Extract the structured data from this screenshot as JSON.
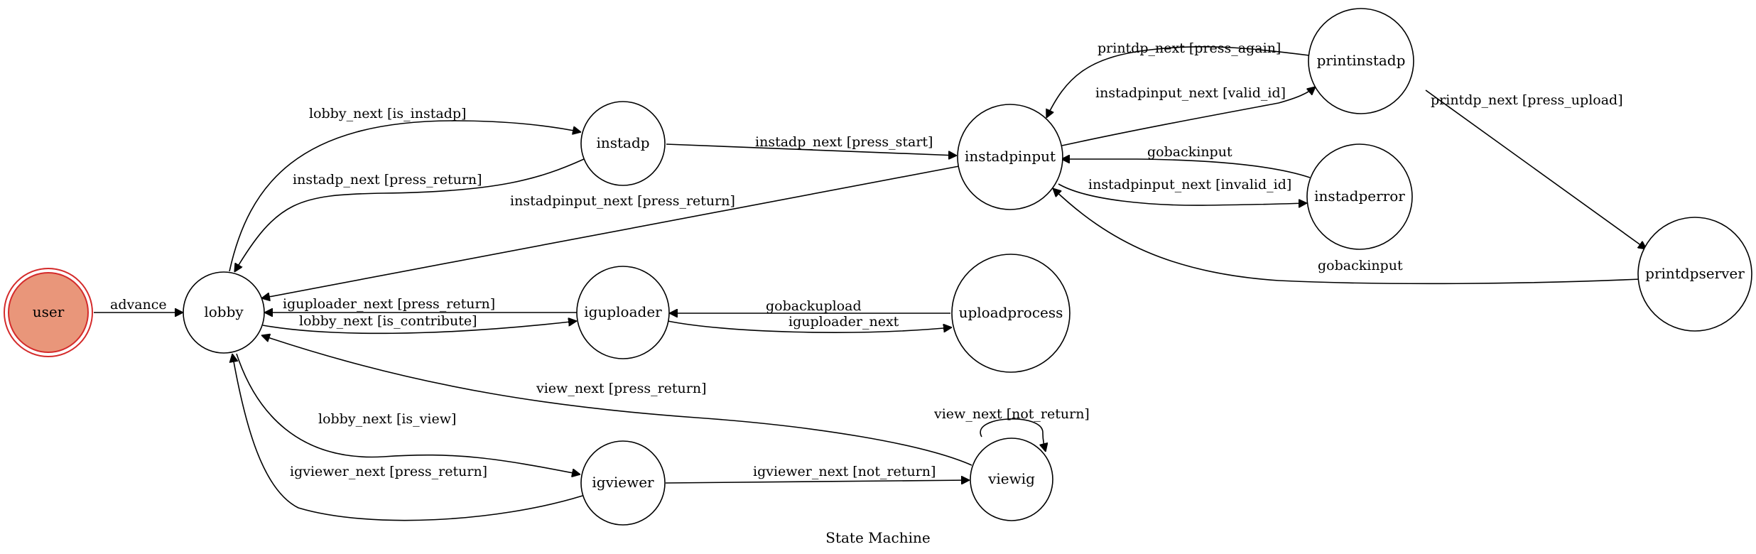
{
  "title": "State Machine",
  "colors": {
    "start_fill": "#e9967a",
    "start_stroke": "#d42b2b"
  },
  "nodes": {
    "user": "user",
    "lobby": "lobby",
    "instadp": "instadp",
    "instadpinput": "instadpinput",
    "printinstadp": "printinstadp",
    "instadperror": "instadperror",
    "printdpserver": "printdpserver",
    "iguploader": "iguploader",
    "uploadprocess": "uploadprocess",
    "igviewer": "igviewer",
    "viewig": "viewig"
  },
  "edges": {
    "user_lobby": "advance",
    "lobby_instadp": "lobby_next [is_instadp]",
    "instadp_lobby": "instadp_next [press_return]",
    "instadp_instadpinput": "instadp_next [press_start]",
    "instadpinput_lobby": "instadpinput_next [press_return]",
    "instadpinput_printinstadp": "instadpinput_next [valid_id]",
    "printinstadp_instadpinput": "printdp_next [press_again]",
    "printinstadp_printdpserver": "printdp_next [press_upload]",
    "instadperror_instadpinput": "gobackinput",
    "instadpinput_instadperror": "instadpinput_next [invalid_id]",
    "printdpserver_instadpinput": "gobackinput",
    "iguploader_lobby": "iguploader_next [press_return]",
    "lobby_iguploader": "lobby_next [is_contribute]",
    "uploadprocess_iguploader": "gobackupload",
    "iguploader_uploadprocess": "iguploader_next",
    "viewig_lobby": "view_next [press_return]",
    "lobby_igviewer": "lobby_next [is_view]",
    "igviewer_lobby": "igviewer_next [press_return]",
    "igviewer_viewig": "igviewer_next [not_return]",
    "viewig_viewig": "view_next [not_return]"
  }
}
